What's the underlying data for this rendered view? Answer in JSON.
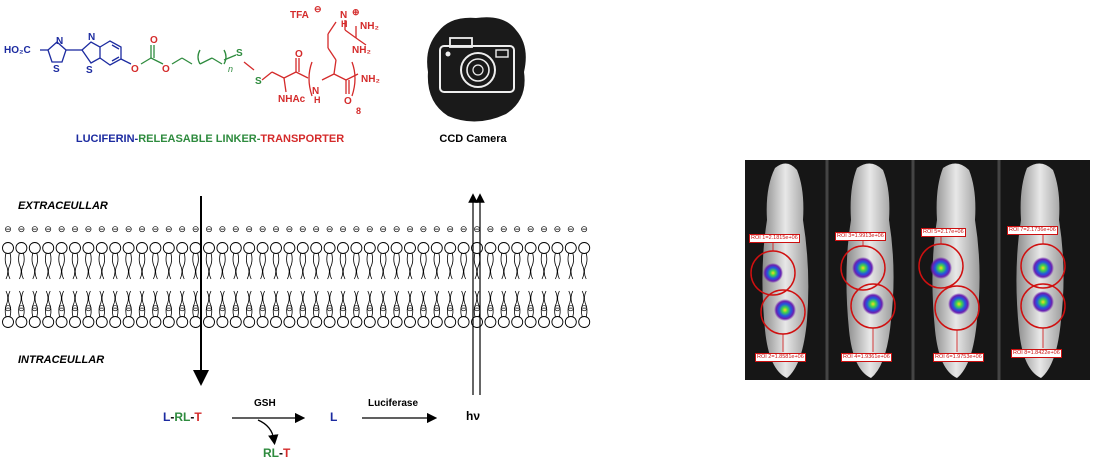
{
  "structure": {
    "luciferin_group": "HO₂C",
    "n_label": "n",
    "nhac_label": "NHAc",
    "repeat_subscript": "8",
    "counterion": "TFA",
    "nh2_label": "NH₂",
    "nh_label": "NH",
    "h_label": "H",
    "n_atom": "N",
    "s_atom": "S",
    "o_atom": "O"
  },
  "caption": {
    "luciferin": "LUCIFERIN",
    "dash1": "-",
    "linker": "RELEASABLE LINKER",
    "dash2": "-",
    "transporter": "TRANSPORTER"
  },
  "camera": {
    "label": "CCD Camera"
  },
  "membrane": {
    "extracellular_label": "EXTRACEULLAR",
    "intracellular_label": "INTRACEULLAR",
    "charge_symbol": "⊖"
  },
  "reaction": {
    "substrate_L": "L",
    "substrate_RL": "RL",
    "substrate_T": "T",
    "dash": "-",
    "reagent1": "GSH",
    "byproduct_RL": "RL",
    "byproduct_T": "T",
    "product": "L",
    "reagent2": "Luciferase",
    "light": "hν"
  },
  "imaging": {
    "roi_labels": [
      "ROI 1=2.1815e+06",
      "ROI 2=1.8581e+06",
      "ROI 3=1.9913e+06",
      "ROI 4=1.9361e+06",
      "ROI 5=2.17e+06",
      "ROI 6=1.9753e+06",
      "ROI 7=2.1736e+06",
      "ROI 8=1.8422e+06"
    ]
  },
  "colors": {
    "luciferin": "#1c2ba0",
    "linker": "#2e8b3e",
    "transporter": "#d42a2a",
    "roi": "#cc1010"
  }
}
